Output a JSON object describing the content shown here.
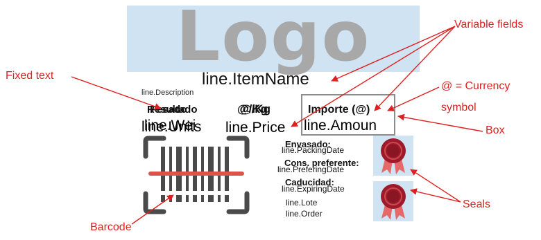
{
  "logo": {
    "text": "Logo"
  },
  "fields": {
    "item_name": "line.ItemName",
    "description": "line.Description",
    "label_a": "Resultado",
    "label_b": "Pesado",
    "at_1": "@/Kg",
    "at_2": "@/Kg",
    "weight": "line.Wei",
    "units": "line.Units",
    "price": "line.Price",
    "box_title": "Importe (@)",
    "box_value": "line.Amoun"
  },
  "dates": {
    "packed_label": "Envasado:",
    "packed_value": "line.PackingDate",
    "pref_label": "Cons. preferente:",
    "pref_value": "line.PreferingDate",
    "expiry_label": "Caducidad:",
    "expiry_value": "line.ExpiringDate",
    "lote": "line.Lote",
    "order": "line.Order"
  },
  "callouts": {
    "fixed_text": "Fixed text",
    "variable_fields": "Variable fields",
    "currency_line1": "@ = Currency",
    "currency_line2": "symbol",
    "box": "Box",
    "seals": "Seals",
    "barcode": "Barcode"
  },
  "colors": {
    "accent": "#e02020",
    "logo_bg": "#cfe3f3",
    "seal": "#9e1a2a",
    "ribbon": "#e46a6a",
    "barcode": "#4a4a4a",
    "scan_line": "#d9534f"
  },
  "icons": [
    "barcode-icon",
    "seal-icon"
  ]
}
